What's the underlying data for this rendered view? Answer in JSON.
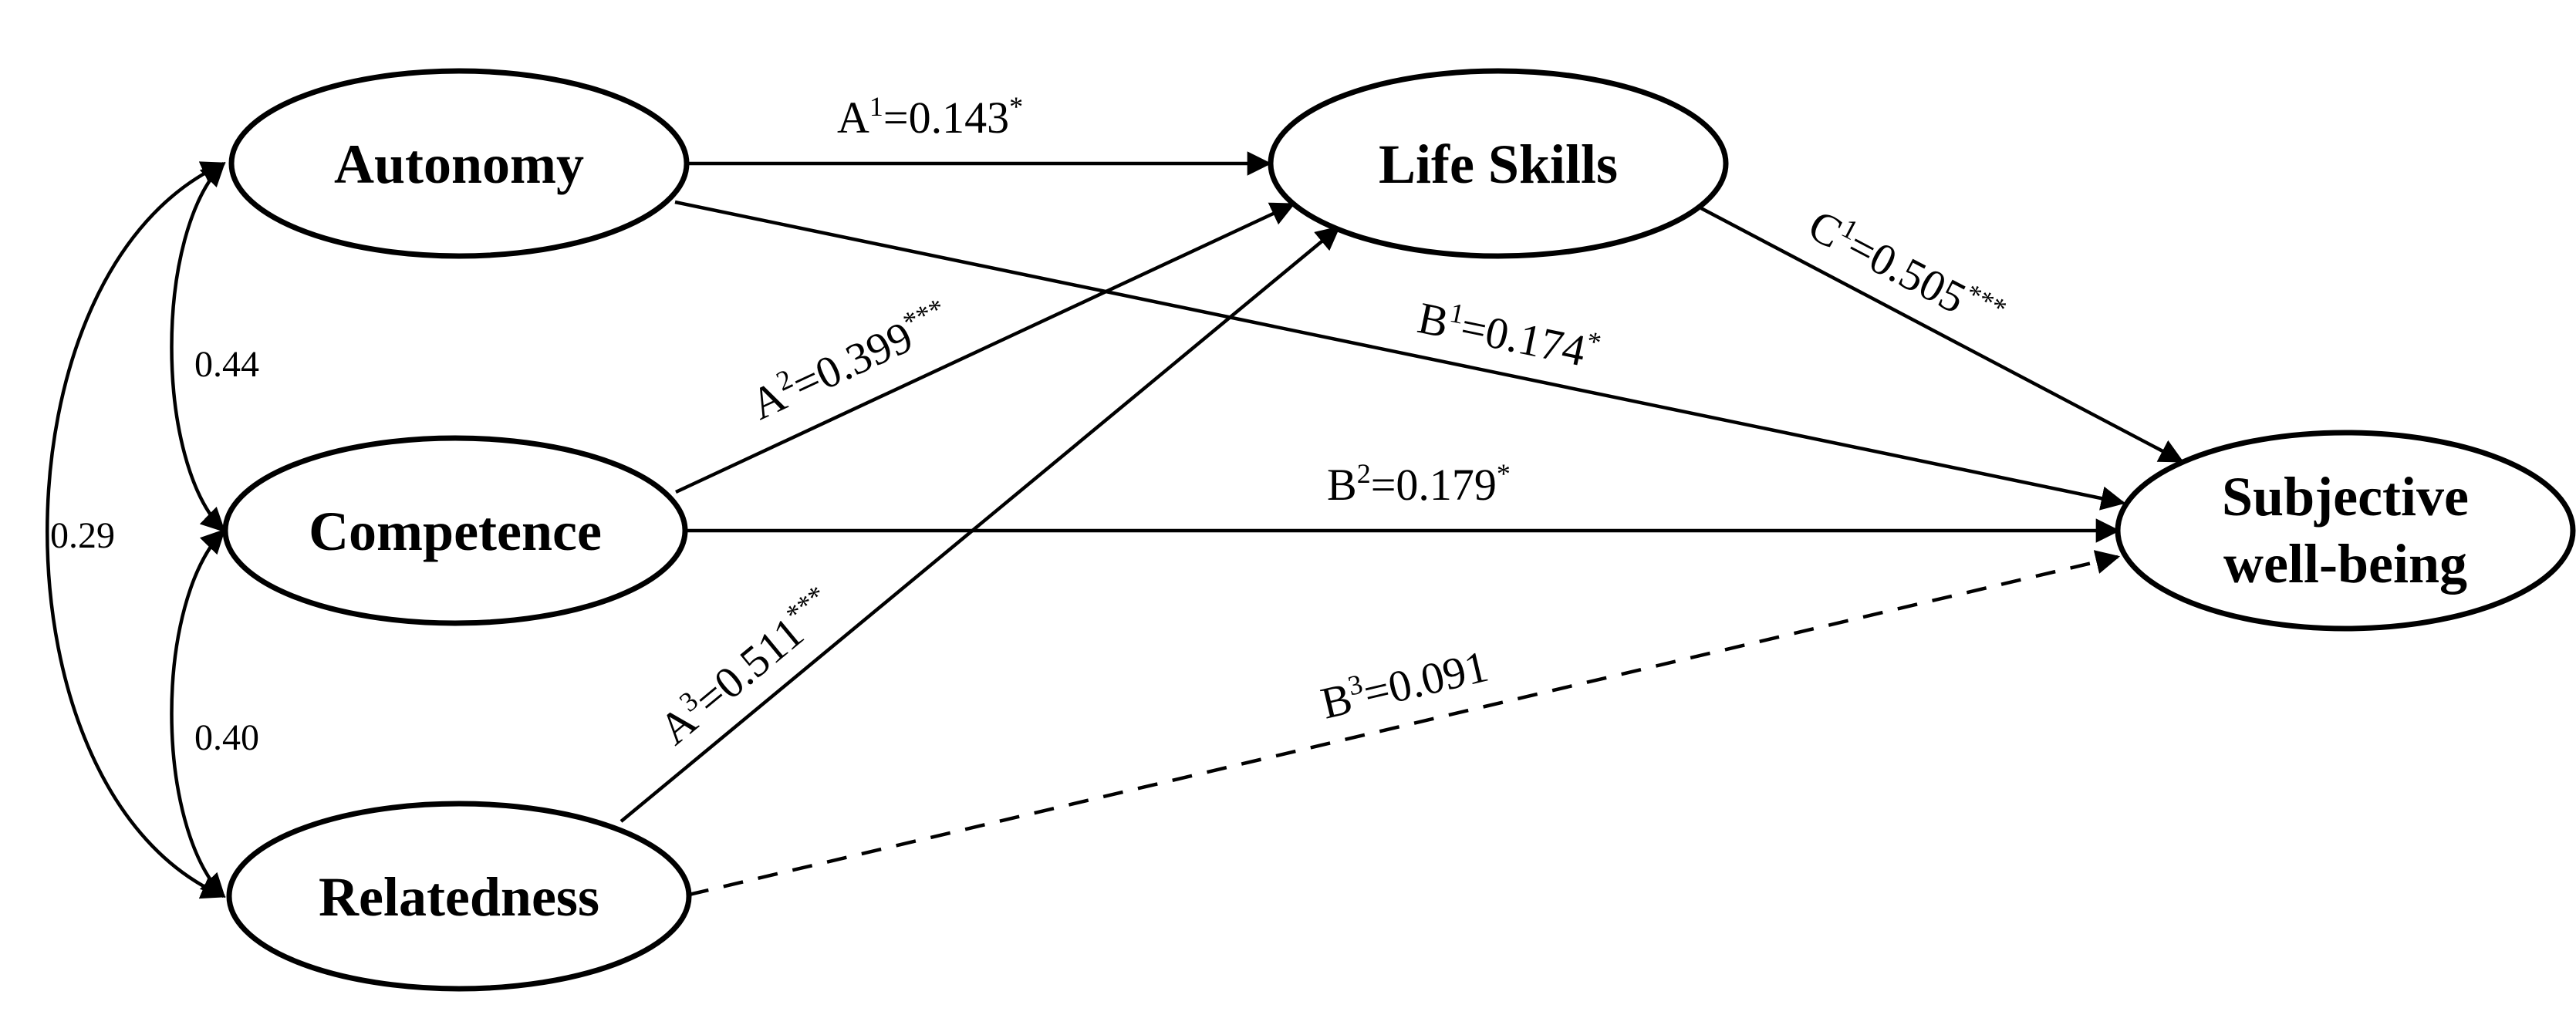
{
  "nodes": {
    "autonomy": "Autonomy",
    "competence": "Competence",
    "relatedness": "Relatedness",
    "life_skills": "Life Skills",
    "wellbeing_line1": "Subjective",
    "wellbeing_line2": "well-being"
  },
  "paths": {
    "a1": {
      "letter": "A",
      "index": "1",
      "value": "=0.143",
      "sig": "*"
    },
    "a2": {
      "letter": "A",
      "index": "2",
      "value": "=0.399",
      "sig": "***"
    },
    "a3": {
      "letter": "A",
      "index": "3",
      "value": "=0.511",
      "sig": "***"
    },
    "b1": {
      "letter": "B",
      "index": "1",
      "value": "=0.174",
      "sig": "*"
    },
    "b2": {
      "letter": "B",
      "index": "2",
      "value": "=0.179",
      "sig": "*"
    },
    "b3": {
      "letter": "B",
      "index": "3",
      "value": "=0.091",
      "sig": ""
    },
    "c1": {
      "letter": "C",
      "index": "1",
      "value": "=0.505",
      "sig": "***"
    }
  },
  "correlations": {
    "autonomy_competence": "0.44",
    "competence_relatedness": "0.40",
    "autonomy_relatedness": "0.29"
  },
  "colors": {
    "stroke": "#000000",
    "background": "#ffffff"
  }
}
